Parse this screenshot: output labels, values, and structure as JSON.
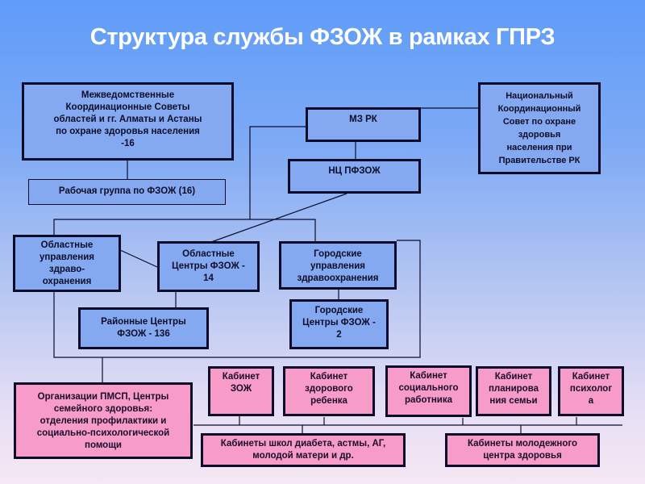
{
  "title": "Структура службы ФЗОЖ в рамках ГПРЗ",
  "boxes": {
    "mkc": "Межведомственные\nКоординационные Советы\nобластей и гг. Алматы и Астаны\nпо охране  здоровья населения\n-16",
    "working_group": "Рабочая группа по ФЗОЖ (16)",
    "mz_rk": "МЗ РК",
    "nc_pfzozh": "НЦ ПФЗОЖ",
    "national_council": "Национальный\nКоординационный\nСовет по охране\nздоровья\nнаселения при\nПравительстве РК",
    "regional_health_depts": "Областные\nуправления\nздраво-\nохранения",
    "regional_centers": "Областные\nЦентры ФЗОЖ -\n14",
    "city_health_depts": "Городские\nуправления\nздравоохранения",
    "district_centers": "Районные Центры\nФЗОЖ - 136",
    "city_centers": "Городские\nЦентры ФЗОЖ -\n2",
    "pmsp": "Организации ПМСП, Центры\nсемейного здоровья:\nотделения профилактики и\nсоциально-психологической\nпомощи",
    "cab_zozh": "Кабинет\nЗОЖ",
    "cab_child": "Кабинет\nздорового\nребенка",
    "cab_social": "Кабинет\nсоциального\nработника",
    "cab_family": "Кабинет\nпланирова\nния семьи",
    "cab_psych": "Кабинет\nпсихолог\nа",
    "cab_schools": "Кабинеты школ диабета, астмы, АГ,\nмолодой матери и др.",
    "cab_youth": "Кабинеты молодежного\nцентра здоровья"
  },
  "colors": {
    "blue_box": "#84a9f0",
    "pink_box": "#f79bc9",
    "border": "#0c0c2a",
    "title": "#ffffff"
  }
}
